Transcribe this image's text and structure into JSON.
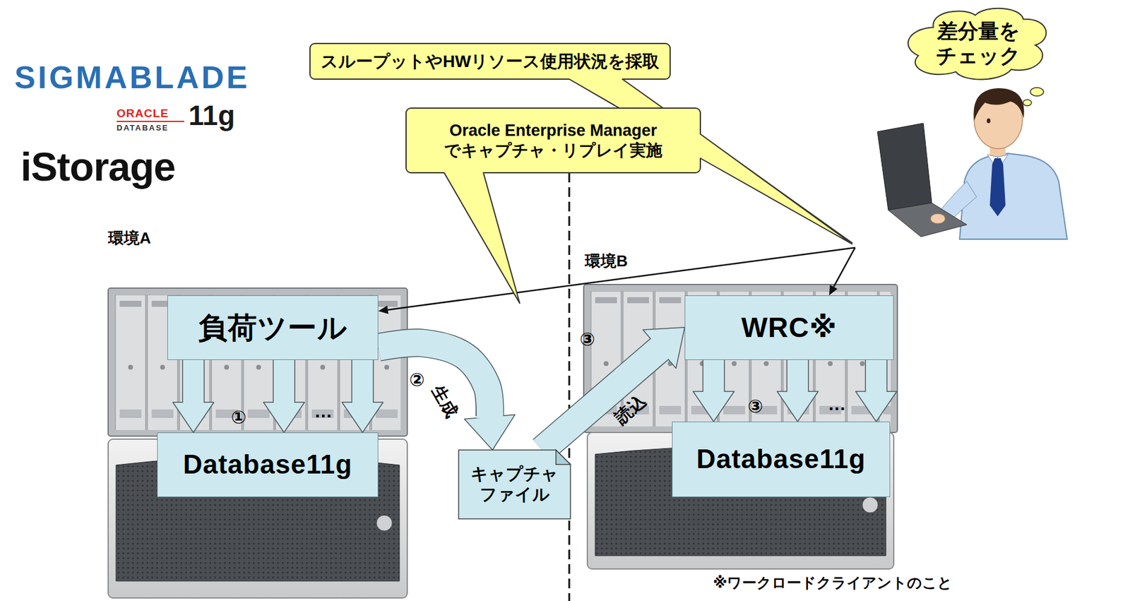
{
  "diagram": {
    "nodes": [
      {
        "text": [
          "スループットやHWリソース使用状況を採取"
        ]
      },
      {
        "text": [
          "差分量を チェック"
        ]
      },
      {
        "text": [
          "Oracle Enterprise Manager でキャプチャ・リプレイ実施"
        ]
      },
      {
        "text": [
          "負荷ツール"
        ]
      },
      {
        "text": [
          "Database11g"
        ]
      },
      {
        "text": [
          "キャプチャ ファイル"
        ]
      },
      {
        "text": [
          "WRC※"
        ]
      },
      {
        "text": [
          "Database11g"
        ]
      }
    ],
    "edges": [
      {
        "from": 3,
        "to": 4,
        "label": "①",
        "arrow": "to"
      },
      {
        "from": 3,
        "to": 5,
        "label": "生成",
        "arrow": "to"
      },
      {
        "from": 5,
        "to": 6,
        "label": "読込",
        "arrow": "to"
      },
      {
        "from": 6,
        "to": 7,
        "label": "③",
        "arrow": "to"
      }
    ],
    "labels": [
      "SIGMABLADE",
      "ORACLE",
      "DATABASE",
      "11g",
      "iStorage",
      "環境A",
      "環境B",
      "②",
      "③",
      "…",
      "…",
      "※ワークロードクライアントのこと"
    ]
  }
}
